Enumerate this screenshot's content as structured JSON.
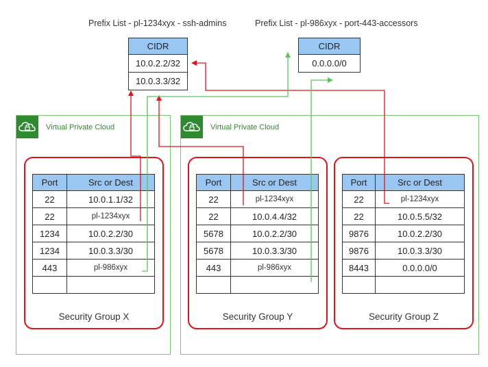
{
  "prefix_lists": [
    {
      "title": "Prefix List - pl-1234xyx  - ssh-admins",
      "header": "CIDR",
      "rows": [
        "10.0.2.2/32",
        "10.0.3.3/32"
      ]
    },
    {
      "title": "Prefix List - pl-986xyx  - port-443-accessors",
      "header": "CIDR",
      "rows": [
        "0.0.0.0/0"
      ]
    }
  ],
  "vpcs": [
    {
      "label": "Virtual Private Cloud"
    },
    {
      "label": "Virtual Private Cloud"
    }
  ],
  "table_headers": {
    "port": "Port",
    "src": "Src or Dest"
  },
  "security_groups": [
    {
      "name": "Security Group X",
      "rules": [
        {
          "port": "22",
          "src": "10.0.1.1/32"
        },
        {
          "port": "22",
          "src": "pl-1234xyx"
        },
        {
          "port": "1234",
          "src": "10.0.2.2/30"
        },
        {
          "port": "1234",
          "src": "10.0.3.3/30"
        },
        {
          "port": "443",
          "src": "pl-986xyx"
        },
        {
          "port": "",
          "src": ""
        }
      ]
    },
    {
      "name": "Security Group Y",
      "rules": [
        {
          "port": "22",
          "src": "pl-1234xyx"
        },
        {
          "port": "22",
          "src": "10.0.4.4/32"
        },
        {
          "port": "5678",
          "src": "10.0.2.2/30"
        },
        {
          "port": "5678",
          "src": "10.0.3.3/30"
        },
        {
          "port": "443",
          "src": "pl-986xyx"
        },
        {
          "port": "",
          "src": ""
        }
      ]
    },
    {
      "name": "Security Group Z",
      "rules": [
        {
          "port": "22",
          "src": "pl-1234xyx"
        },
        {
          "port": "22",
          "src": "10.0.5.5/32"
        },
        {
          "port": "9876",
          "src": "10.0.2.2/30"
        },
        {
          "port": "9876",
          "src": "10.0.3.3/30"
        },
        {
          "port": "8443",
          "src": "0.0.0.0/0"
        },
        {
          "port": "",
          "src": ""
        }
      ]
    }
  ],
  "colors": {
    "ssh_link": "#e0121a",
    "https_link": "#5ac45a",
    "header_fill": "#9ac7f2",
    "vpc_border": "#79c472",
    "sg_border": "#e0121a"
  }
}
